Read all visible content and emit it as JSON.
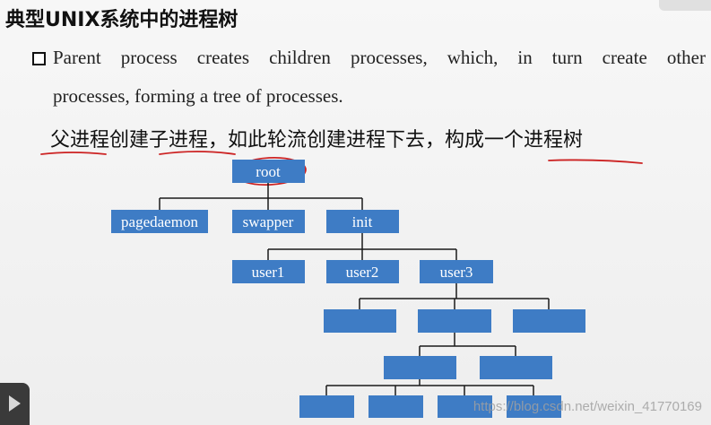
{
  "slide": {
    "title": "典型UNIX系统中的进程树",
    "bullet_line1": "Parent process creates children processes, which, in turn create other",
    "bullet_line2": "processes, forming a tree of processes.",
    "chinese_line": "父进程创建子进程，如此轮流创建进程下去，构成一个进程树"
  },
  "tree": {
    "root": "root",
    "level1": [
      "pagedaemon",
      "swapper",
      "init"
    ],
    "level2": [
      "user1",
      "user2",
      "user3"
    ],
    "level3_count": 3,
    "level4_count": 2,
    "level5_count": 4
  },
  "colors": {
    "node_fill": "#3e7cc5",
    "annotation_red": "#cc2222",
    "line": "#1a1a1a"
  },
  "watermark": "https://blog.csdn.net/weixin_41770169",
  "icons": [
    "checkbox-bullet-icon",
    "play-icon"
  ]
}
